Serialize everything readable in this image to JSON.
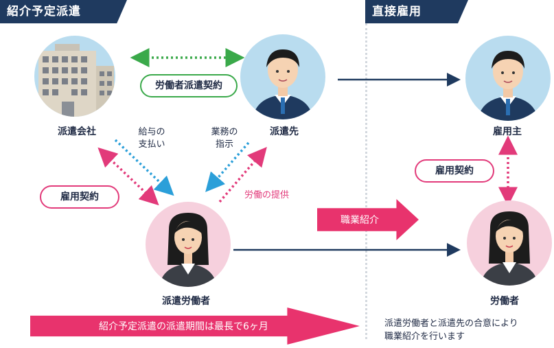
{
  "header": {
    "left_title": "紹介予定派遣",
    "right_title": "直接雇用"
  },
  "nodes": {
    "company": "派遣会社",
    "client": "派遣先",
    "worker": "派遣労働者",
    "employer": "雇用主",
    "employee": "労働者"
  },
  "relations": {
    "dispatch_contract": "労働者派遣契約",
    "employment_contract_left": "雇用契約",
    "employment_contract_right": "雇用契約",
    "salary_line1": "給与の",
    "salary_line2": "支払い",
    "instruction_line1": "業務の",
    "instruction_line2": "指示",
    "labor_provision": "労働の提供",
    "job_referral": "職業紹介"
  },
  "footer": {
    "period_note": "紹介予定派遣の派遣期間は最長で6ヶ月",
    "agreement_line1": "派遣労働者と派遣先の合意により",
    "agreement_line2": "職業紹介を行います"
  },
  "colors": {
    "navy": "#1f3a5f",
    "green": "#3aa94a",
    "pink": "#e23a7a",
    "blue": "#2b9fd9",
    "arrow_pink": "#e8336d"
  }
}
